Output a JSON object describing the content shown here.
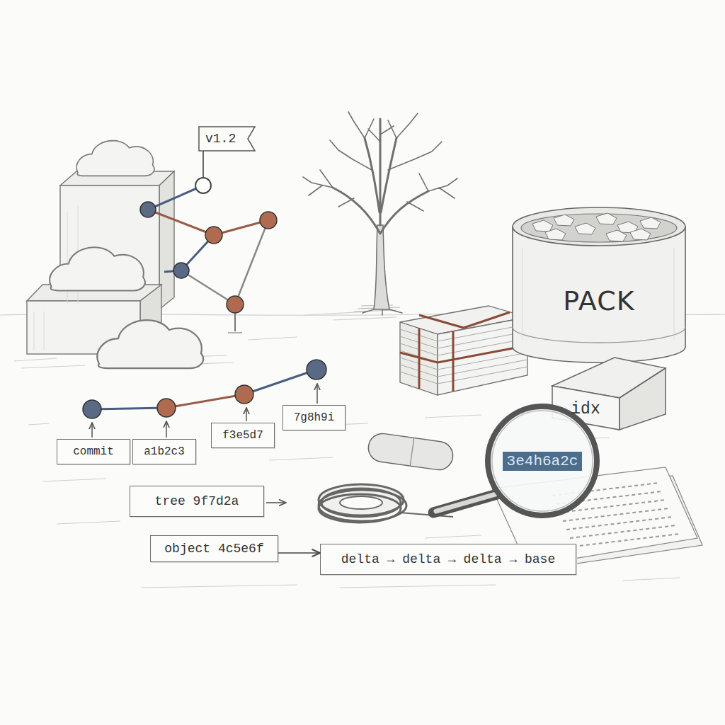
{
  "diagram": {
    "nodes": [
      {
        "text": [
          "v1.2"
        ]
      },
      {
        "text": [
          "PACK"
        ]
      },
      {
        "text": [
          "idx"
        ]
      },
      {
        "text": [
          "commit"
        ]
      },
      {
        "text": [
          "a1b2c3"
        ]
      },
      {
        "text": [
          "f3e5d7"
        ]
      },
      {
        "text": [
          "7g8h9i"
        ]
      },
      {
        "text": [
          "3e4h6a2c"
        ]
      },
      {
        "text": [
          "tree 9f7d2a"
        ]
      },
      {
        "text": [
          "object 4c5e6f"
        ]
      },
      {
        "text": [
          "delta → delta → delta → base"
        ]
      }
    ],
    "edges": [
      {
        "from": 9,
        "to": 10,
        "arrow": "to"
      }
    ]
  }
}
